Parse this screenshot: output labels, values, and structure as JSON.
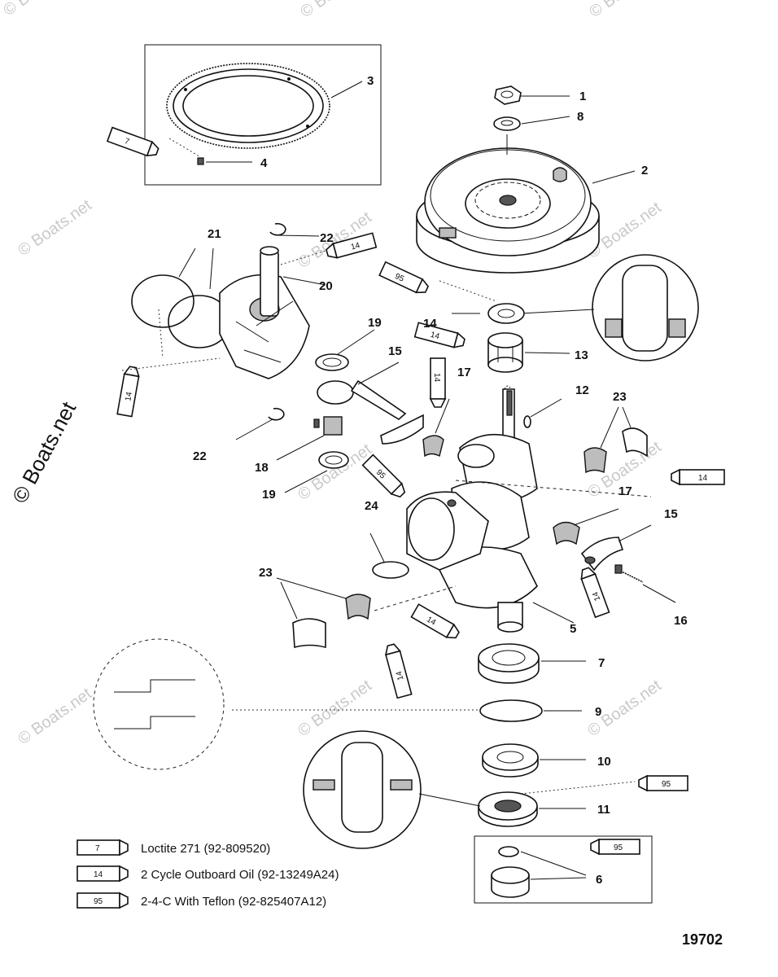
{
  "callouts": {
    "c1": "1",
    "c2": "2",
    "c3": "3",
    "c4": "4",
    "c5": "5",
    "c6": "6",
    "c7": "7",
    "c8": "8",
    "c9": "9",
    "c10": "10",
    "c11": "11",
    "c12": "12",
    "c13": "13",
    "c14": "14",
    "c15a": "15",
    "c15b": "15",
    "c16": "16",
    "c17a": "17",
    "c17b": "17",
    "c18": "18",
    "c19a": "19",
    "c19b": "19",
    "c20": "20",
    "c21": "21",
    "c22a": "22",
    "c22b": "22",
    "c23a": "23",
    "c23b": "23",
    "c24": "24"
  },
  "tube_codes": {
    "t_ring_gear": "7",
    "t_pin": "14",
    "t_fly": "95",
    "t_bearing13": "14",
    "t_rod": "14",
    "t_piston": "14",
    "t_rod_lower": "95",
    "t_right": "14",
    "t_screw16": "14",
    "t_bearing7a": "14",
    "t_bearing7b": "14",
    "t_seal11": "95",
    "t_box6": "95"
  },
  "legend": [
    {
      "code": "7",
      "text": "Loctite 271 (92-809520)"
    },
    {
      "code": "14",
      "text": "2 Cycle Outboard Oil (92-13249A24)"
    },
    {
      "code": "95",
      "text": "2-4-C  With Teflon (92-825407A12)"
    }
  ],
  "figure_number": "19702",
  "watermark": {
    "small": "© Boats.net",
    "main": "© Boats.net"
  }
}
